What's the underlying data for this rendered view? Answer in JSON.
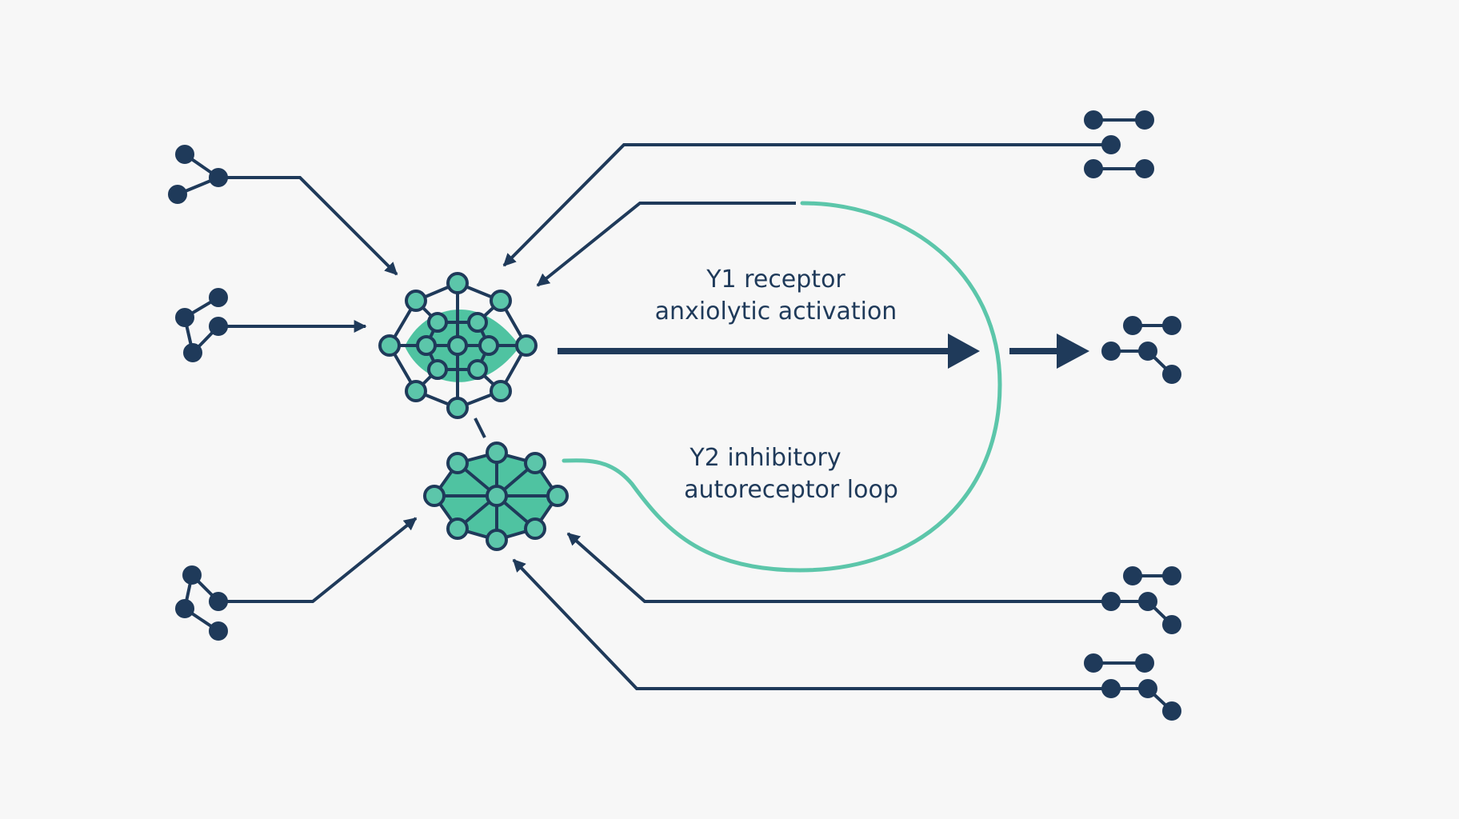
{
  "labels": {
    "y1_line1": "Y1 receptor",
    "y1_line2": "anxiolytic activation",
    "y2_line1": "Y2 inhibitory",
    "y2_line2": "autoreceptor loop"
  },
  "colors": {
    "background": "#f7f7f7",
    "navy": "#1f3a5a",
    "teal": "#5cc6aa",
    "teal_fill": "#4fc3a1"
  },
  "icons": {
    "input_neuron": "small-branching-node-icon",
    "output_neuron": "small-branching-node-icon",
    "y1_cluster": "hexagonal-network-cluster-icon",
    "y2_cluster": "hexagonal-network-cluster-icon"
  }
}
